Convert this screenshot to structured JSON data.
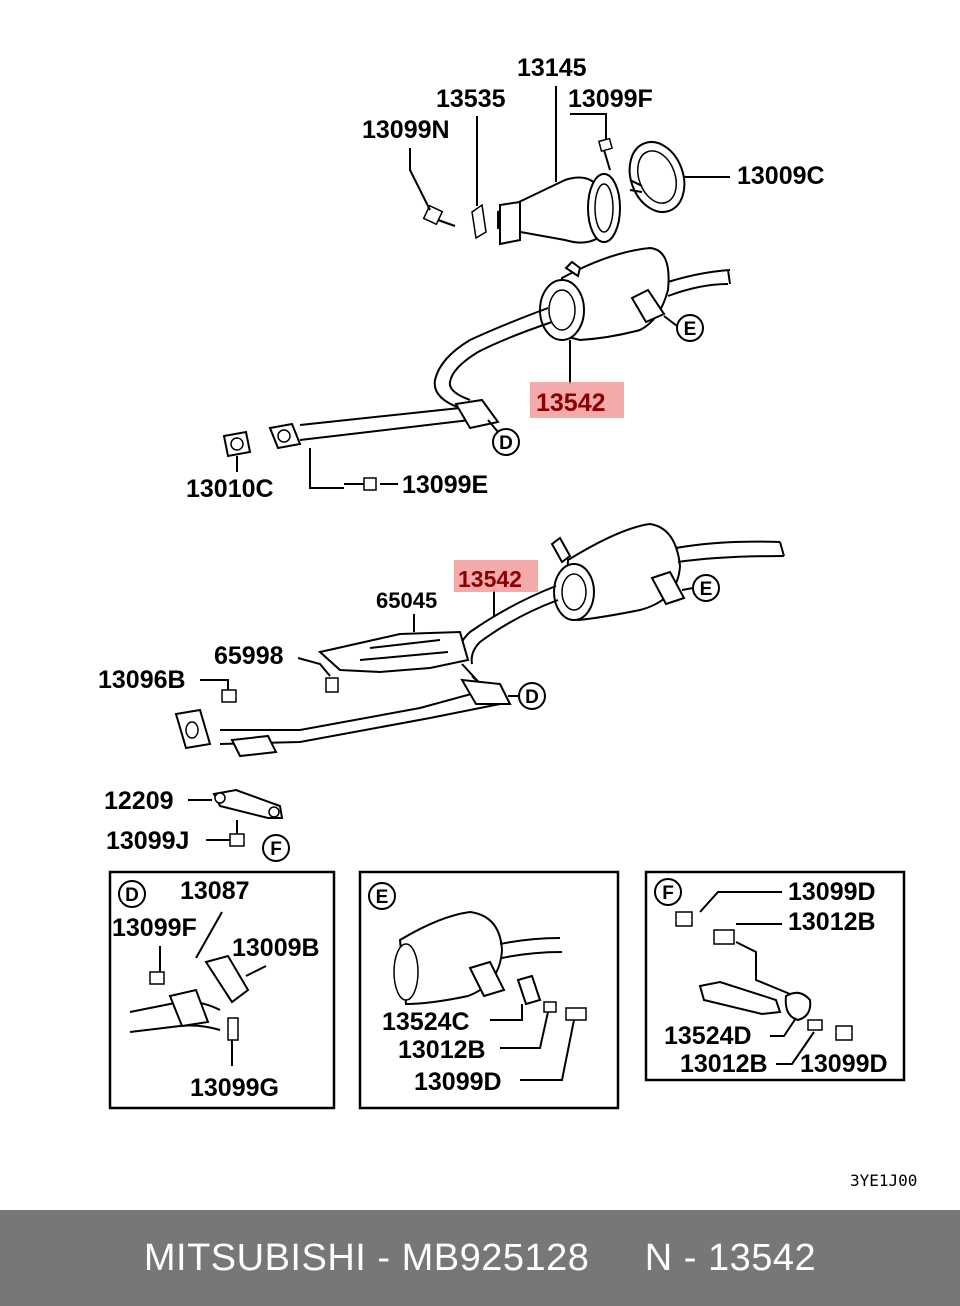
{
  "labels": {
    "p13145": "13145",
    "p13535": "13535",
    "p13099F_top": "13099F",
    "p13099N": "13099N",
    "p13009C": "13009C",
    "p13542_a": "13542",
    "p13010C": "13010C",
    "p13099E": "13099E",
    "p13542_b": "13542",
    "p65045": "65045",
    "p65998": "65998",
    "p13096B": "13096B",
    "p12209": "12209",
    "p13099J": "13099J",
    "d_13087": "13087",
    "d_13099F": "13099F",
    "d_13009B": "13009B",
    "d_13099G": "13099G",
    "e_13524C": "13524C",
    "e_13012B": "13012B",
    "e_13099D": "13099D",
    "f_13099D_a": "13099D",
    "f_13012B_a": "13012B",
    "f_13524D": "13524D",
    "f_13012B_b": "13012B",
    "f_13099D_b": "13099D"
  },
  "callouts": {
    "D": "D",
    "E": "E",
    "F": "F"
  },
  "diagram_code": "3YE1J00",
  "footer": {
    "brand": "MITSUBISHI",
    "part_number": "MB925128",
    "ref": "N - 13542"
  },
  "colors": {
    "highlight": "#f29b9b",
    "highlight_text": "#8b0000",
    "footer_bg": "#777777"
  }
}
